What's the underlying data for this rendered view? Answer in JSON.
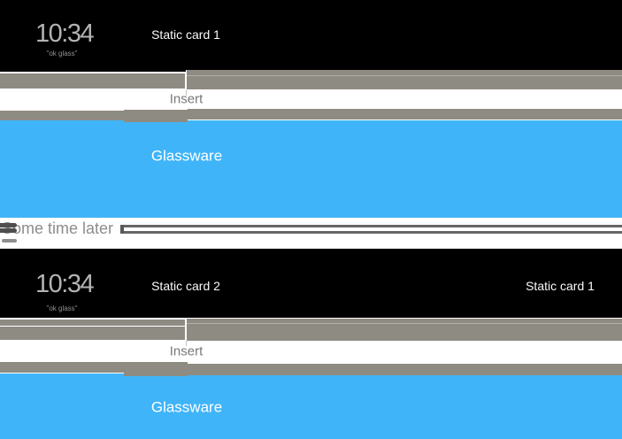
{
  "colors": {
    "timeline_bar": "#000000",
    "card_stack_band": "#8e8b83",
    "glassware_blue": "#40b4f8",
    "clock_text": "#b3b3b3",
    "voice_prompt_text": "#909090",
    "card_title_text": "#fafafa",
    "insert_text": "#787878",
    "transition_text": "#8c8c8c",
    "transition_lines": "#666666"
  },
  "timeline_1": {
    "home_card": {
      "clock": "10:34",
      "voice_prompt": "\"ok glass\""
    },
    "static_card": "Static card 1",
    "insert_label": "Insert",
    "glassware_label": "Glassware"
  },
  "transition": {
    "label": "Some time later"
  },
  "timeline_2": {
    "home_card": {
      "clock": "10:34",
      "voice_prompt": "\"ok glass\""
    },
    "static_card_left": "Static card 2",
    "static_card_right": "Static card 1",
    "insert_label": "Insert",
    "glassware_label": "Glassware"
  }
}
